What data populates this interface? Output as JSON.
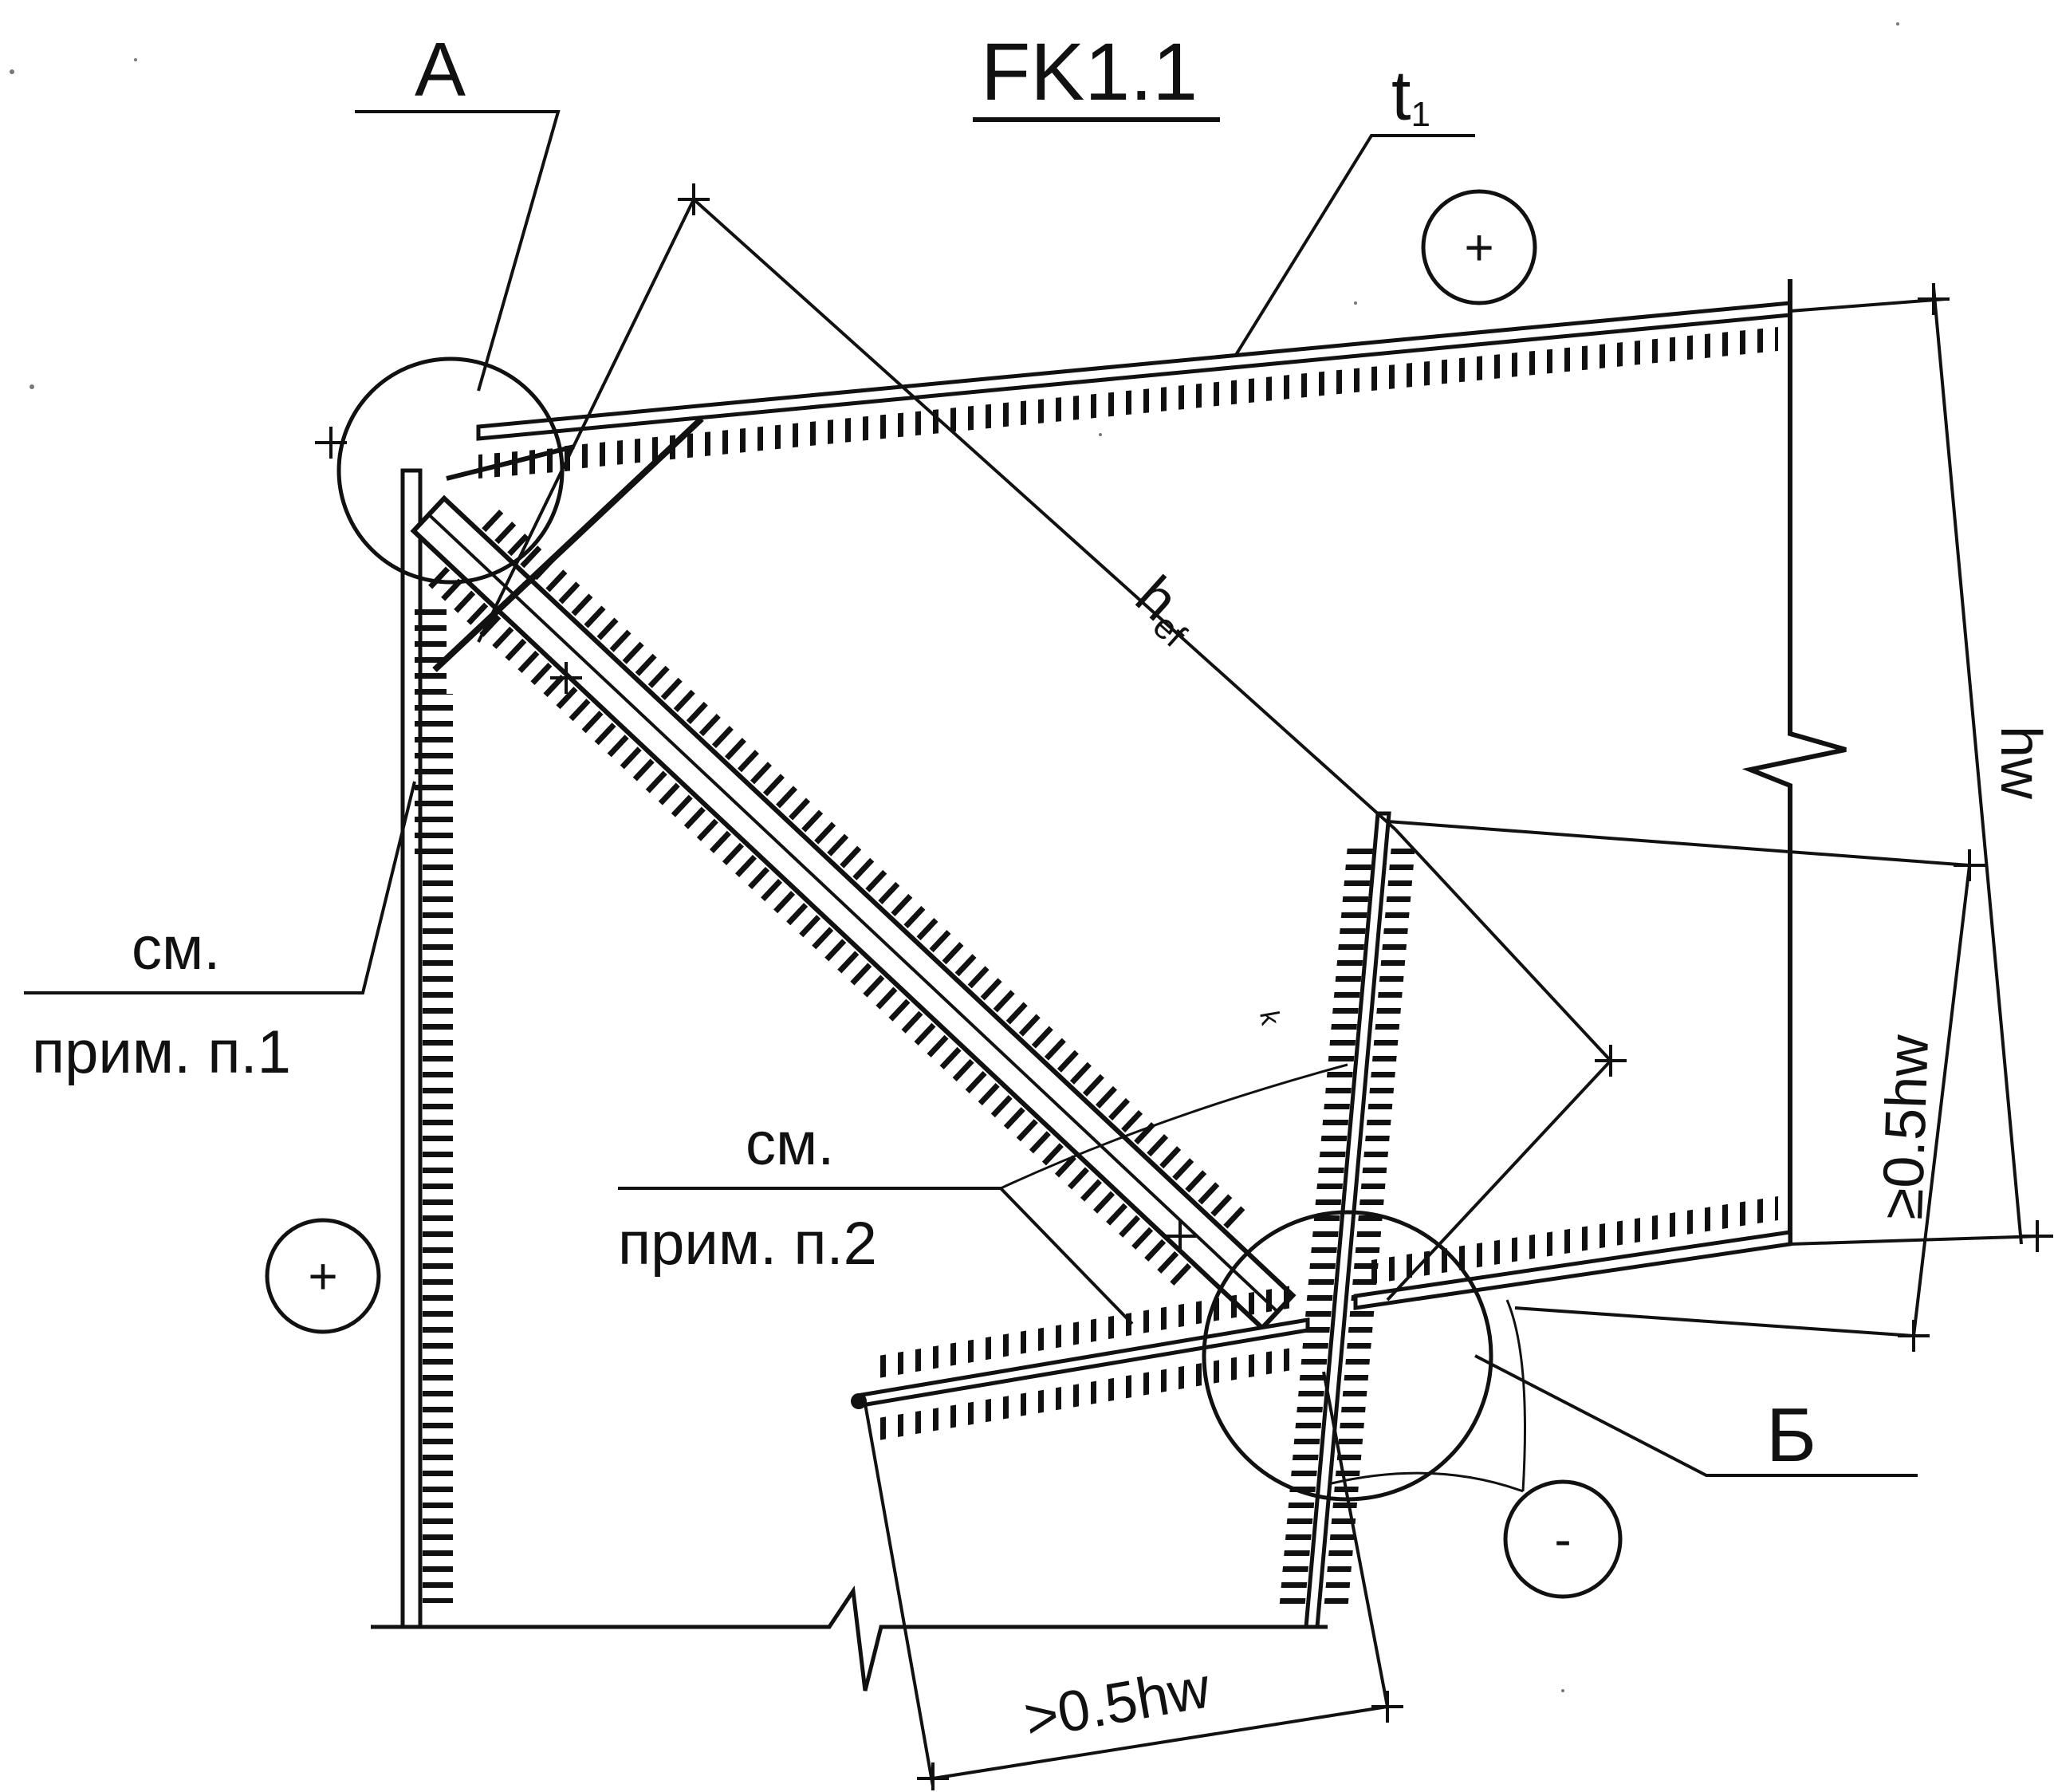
{
  "drawing": {
    "title": "FK1.1",
    "labels": {
      "node_a": "А",
      "node_b": "Б",
      "flange_thickness": "t",
      "flange_thickness_sub": "1",
      "effective_height": "h",
      "effective_height_sub": "ef",
      "web_height": "hw",
      "note_1_line1": "см.",
      "note_1_line2": "прим. п.1",
      "note_2_line1": "см.",
      "note_2_line2": "прим. п.2",
      "dim_right": "≥0.5hw",
      "dim_bottom": ">0.5hw",
      "k_mark": "k"
    },
    "signs": {
      "top_plus": "+",
      "left_plus": "+",
      "bottom_minus": "-"
    }
  }
}
